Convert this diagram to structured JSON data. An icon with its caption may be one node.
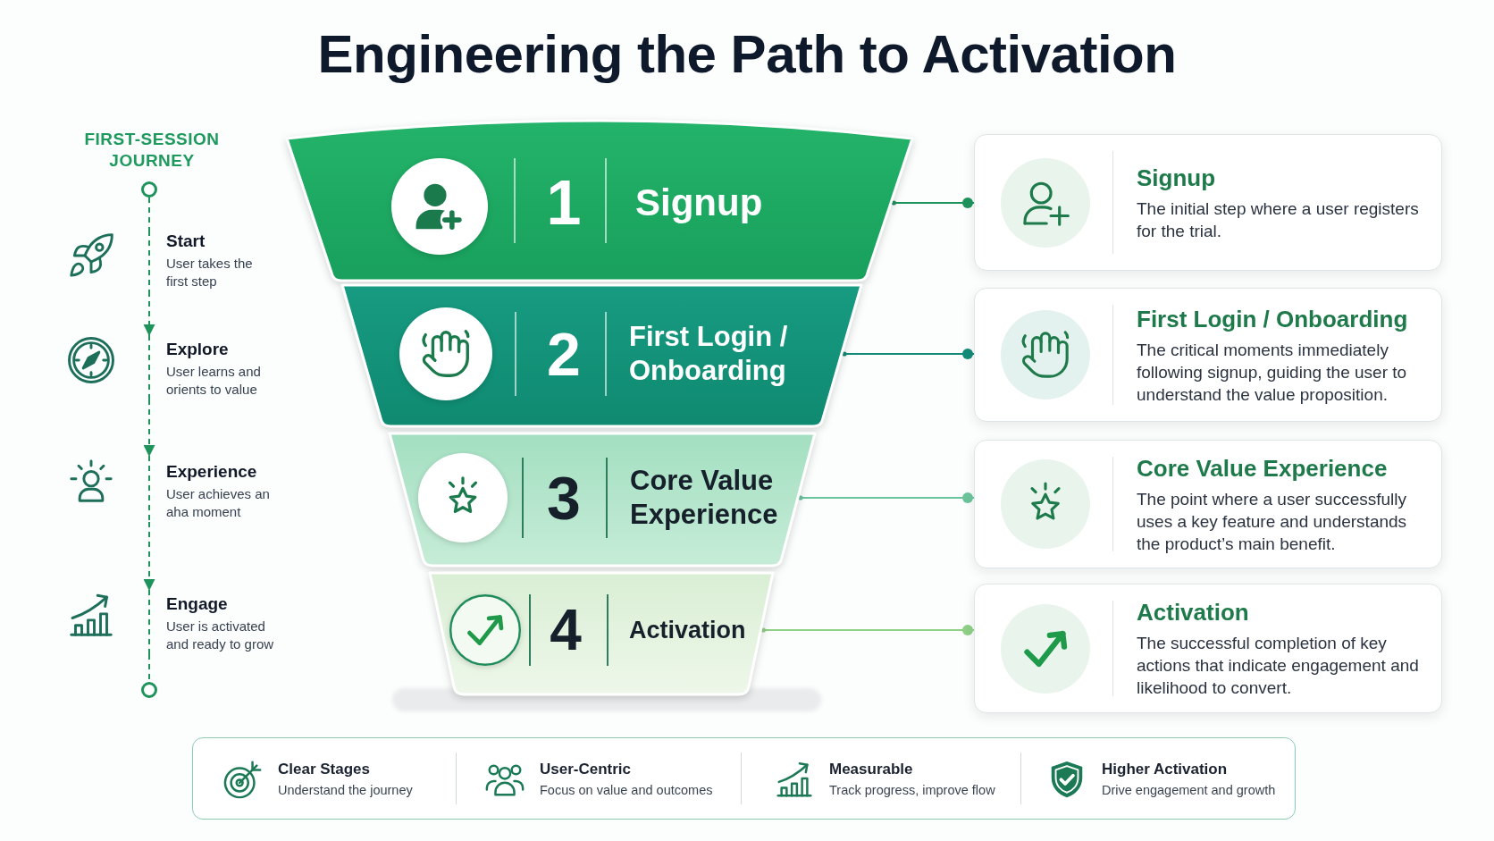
{
  "diagram": {
    "title": "Engineering the Path to Activation",
    "nodes": [
      {
        "text": [],
        "shape": "circle"
      },
      {
        "text": [
          "Start",
          "User takes the first step"
        ]
      },
      {
        "text": [
          "Explore",
          "User learns and orients to value"
        ]
      },
      {
        "text": [
          "Experience",
          "User achieves an aha moment"
        ]
      },
      {
        "text": [
          "Engage",
          "User is activated and ready to grow"
        ]
      },
      {
        "text": [],
        "shape": "circle"
      },
      {
        "text": [
          "1",
          "Signup"
        ]
      },
      {
        "text": [
          "2",
          "First Login / Onboarding"
        ]
      },
      {
        "text": [
          "3",
          "Core Value Experience"
        ]
      },
      {
        "text": [
          "4",
          "Activation"
        ]
      },
      {
        "text": [
          "Signup",
          "The initial step where a user registers for the trial."
        ]
      },
      {
        "text": [
          "First Login / Onboarding",
          "The critical moments immediately following signup, guiding the user to understand the value proposition."
        ]
      },
      {
        "text": [
          "Core Value Experience",
          "The point where a user successfully uses a key feature and understands the product’s main benefit."
        ]
      },
      {
        "text": [
          "Activation",
          "The successful completion of key actions that indicate engagement and likelihood to convert."
        ]
      },
      {
        "text": [],
        "shape": "box"
      },
      {
        "text": [
          "Clear Stages",
          "Understand the journey"
        ],
        "in": 14
      },
      {
        "text": [
          "User-Centric",
          "Focus on value and outcomes"
        ],
        "in": 14
      },
      {
        "text": [
          "Measurable",
          "Track progress, improve flow"
        ],
        "in": 14
      },
      {
        "text": [
          "Higher Activation",
          "Drive engagement and growth"
        ],
        "in": 14
      }
    ],
    "edges": [
      {
        "from": 0,
        "to": 1,
        "arrow": "none",
        "style": "dashed"
      },
      {
        "from": 1,
        "to": 2,
        "arrow": "to",
        "style": "dashed"
      },
      {
        "from": 2,
        "to": 3,
        "arrow": "to",
        "style": "dashed"
      },
      {
        "from": 3,
        "to": 4,
        "arrow": "to",
        "style": "dashed"
      },
      {
        "from": 4,
        "to": 5,
        "arrow": "none",
        "style": "dashed"
      },
      {
        "from": 6,
        "to": 10,
        "arrow": "other"
      },
      {
        "from": 7,
        "to": 11,
        "arrow": "other",
        "color": "#138a78"
      },
      {
        "from": 8,
        "to": 12,
        "arrow": "other",
        "color": "#6cc49c"
      },
      {
        "from": 9,
        "to": 13,
        "arrow": "other",
        "color": "#8fcf86"
      }
    ],
    "labels": [
      "FIRST-SESSION JOURNEY"
    ]
  }
}
